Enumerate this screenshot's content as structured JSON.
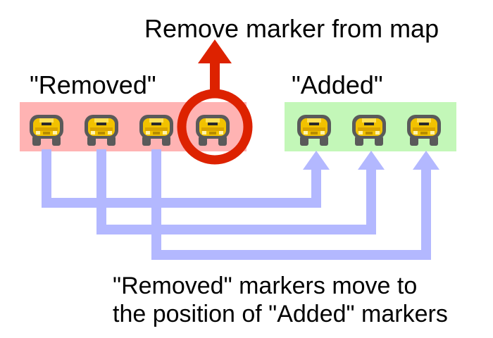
{
  "title": "Remove marker from map",
  "groups": {
    "removed": {
      "label": "\"Removed\"",
      "count": 4,
      "bg_color": "#ffb3b3"
    },
    "added": {
      "label": "\"Added\"",
      "count": 3,
      "bg_color": "#c3f7b8"
    }
  },
  "caption": {
    "line1": "\"Removed\" markers move to",
    "line2": "the position of \"Added\" markers"
  },
  "icons": {
    "marker": "car-icon",
    "highlight": "circle-highlight",
    "arrow": "arrow-up-icon"
  },
  "colors": {
    "highlight": "#dd2200",
    "connector": "#b3b8ff",
    "car_body": "#f2c200",
    "car_outline": "#5a5a5a"
  }
}
